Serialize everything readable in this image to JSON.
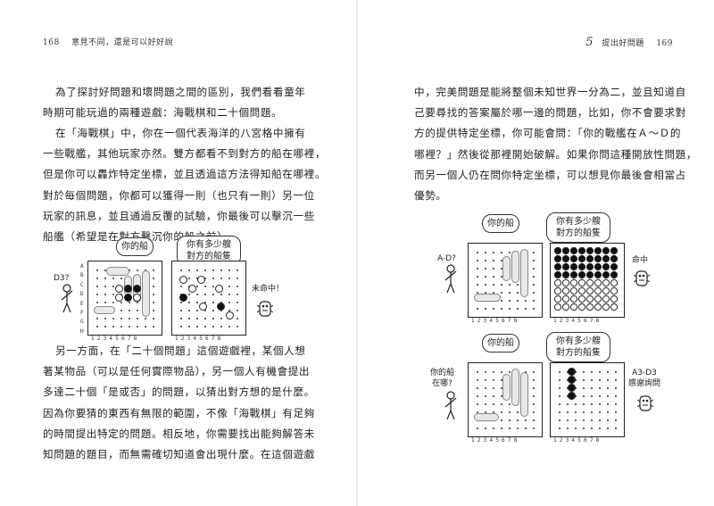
{
  "left": {
    "page_number": "168",
    "running_head": "意見不同，還是可以好好說",
    "paragraphs": [
      {
        "lines": [
          "為了探討好問題和壞問題之間的區別，我們看看童年",
          "時期可能玩過的兩種遊戲：海戰棋和二十個問題。"
        ]
      },
      {
        "lines": [
          "在「海戰棋」中，你在一個代表海洋的八宮格中擁有",
          "一些戰艦，其他玩家亦然。雙方都看不到對方的船在哪裡，",
          "但是你可以轟炸特定坐標，並且透過這方法得知船在哪裡。",
          "對於每個問題，你都可以獲得一則（也只有一則）另一位",
          "玩家的訊息，並且通過反覆的試驗，你最後可以擊沉一些",
          "船艦（希望是在對方擊沉你的船之前）。"
        ]
      },
      {
        "lines": [
          "另一方面，在「二十個問題」這個遊戲裡，某個人想",
          "著某物品（可以是任何實際物品），另一個人有機會提出",
          "多達二十個「是或否」的問題，以猜出對方想的是什麼。",
          "因為你要猜的東西有無限的範圍，不像「海戰棋」有足夠",
          "的時間提出特定的問題。相反地，你需要找出能夠解答未",
          "知問題的題目，而無需確切知道會出現什麼。在這個遊戲"
        ]
      }
    ],
    "figure": {
      "bubble_a": "你的船",
      "bubble_b": [
        "你有多少艘",
        "對方的船隻"
      ],
      "question": "D3?",
      "answer": "未命中！",
      "row_labels": [
        "A",
        "B",
        "C",
        "D",
        "E",
        "F",
        "G",
        "H"
      ],
      "col_labels": "12345678"
    }
  },
  "right": {
    "page_number": "169",
    "chapter_number": "5",
    "running_head": "提出好問題",
    "paragraph": {
      "lines": [
        "中，完美問題是能將整個未知世界一分為二，並且知道自",
        "己要尋找的答案屬於哪一邊的問題，比如，你不會要求對",
        "方的提供特定坐標，你可能會問：「你的戰艦在Ａ～Ｄ的",
        "哪裡？」然後從那裡開始破解。如果你問這種開放性問題，",
        "而另一個人仍在問你特定坐標，可以想見你最後會相當占",
        "優勢。"
      ]
    },
    "figure_top": {
      "bubble_a": "你的船",
      "bubble_b": [
        "你有多少艘",
        "對方的船隻"
      ],
      "question": "A-D?",
      "answer": "命中",
      "col_labels": "12345678"
    },
    "figure_bottom": {
      "bubble_a": "你的船",
      "bubble_b": [
        "你有多少艘",
        "對方的船隻"
      ],
      "question": [
        "你的船",
        "在哪?"
      ],
      "answer": [
        "A3-D3",
        "感謝詢問"
      ],
      "col_labels": "12345678"
    }
  }
}
